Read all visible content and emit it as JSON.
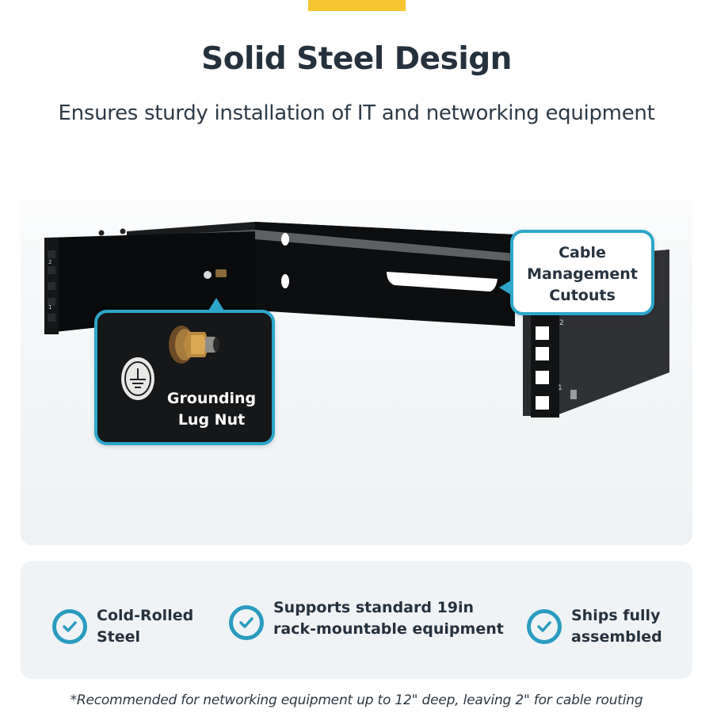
{
  "header": {
    "accent_color": "#f6c632",
    "title": "Solid Steel Design",
    "subtitle": "Ensures sturdy installation of IT and networking equipment"
  },
  "product_image": {
    "subject": "wall-mount-rack-bracket",
    "rail_labels": [
      "2",
      "1"
    ],
    "callouts": [
      {
        "id": "cable",
        "line1": "Cable",
        "line2": "Management",
        "line3": "Cutouts",
        "border_color": "#2ea6c9"
      },
      {
        "id": "ground",
        "line1": "Grounding",
        "line2": "Lug Nut",
        "icon": "ground-symbol-icon",
        "border_color": "#2ea6c9"
      }
    ]
  },
  "features": [
    {
      "icon": "check-circle-icon",
      "line1": "Cold-Rolled",
      "line2": "Steel"
    },
    {
      "icon": "check-circle-icon",
      "line1": "Supports standard 19in",
      "line2": "rack-mountable equipment"
    },
    {
      "icon": "check-circle-icon",
      "line1": "Ships fully",
      "line2": "assembled"
    }
  ],
  "check_color": "#2a9cc0",
  "footnote": "*Recommended for networking equipment up to 12\" deep, leaving 2\" for cable routing"
}
